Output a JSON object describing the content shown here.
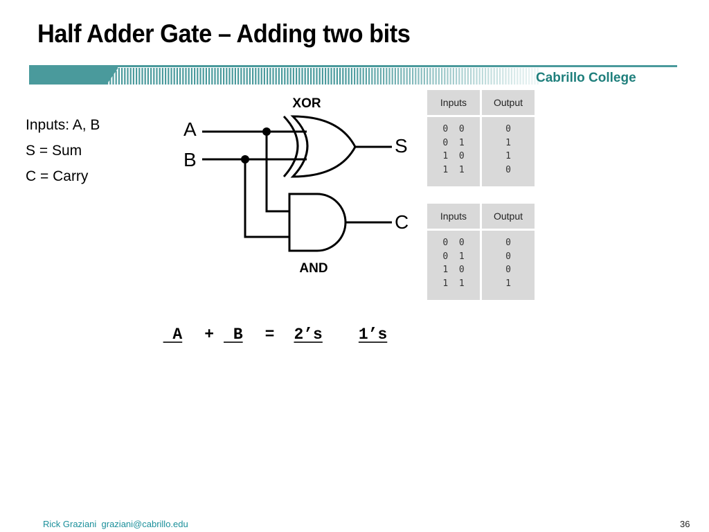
{
  "slide": {
    "title": "Half Adder Gate – Adding two bits",
    "college_name": "Cabrillo College",
    "brand_color": "#4a9a9c",
    "bullets": [
      "Inputs: A, B",
      "S = Sum",
      "C = Carry"
    ]
  },
  "circuit": {
    "xor_label": "XOR",
    "and_label": "AND",
    "input_a": "A",
    "input_b": "B",
    "output_s": "S",
    "output_c": "C"
  },
  "truth_tables": [
    {
      "gate": "XOR",
      "header_inputs": "Inputs",
      "header_output": "Output",
      "rows": [
        {
          "inputs": "0  0",
          "output": "0"
        },
        {
          "inputs": "0  1",
          "output": "1"
        },
        {
          "inputs": "1  0",
          "output": "1"
        },
        {
          "inputs": "1  1",
          "output": "0"
        }
      ]
    },
    {
      "gate": "AND",
      "header_inputs": "Inputs",
      "header_output": "Output",
      "rows": [
        {
          "inputs": "0  0",
          "output": "0"
        },
        {
          "inputs": "0  1",
          "output": "0"
        },
        {
          "inputs": "1  0",
          "output": "0"
        },
        {
          "inputs": "1  1",
          "output": "1"
        }
      ]
    }
  ],
  "equation": {
    "a": " A",
    "plus": "+",
    "b": " B",
    "equals": "=",
    "twos": "2’s",
    "ones": "1’s"
  },
  "footer": {
    "author": "Rick Graziani  graziani@cabrillo.edu",
    "page_number": "36"
  }
}
